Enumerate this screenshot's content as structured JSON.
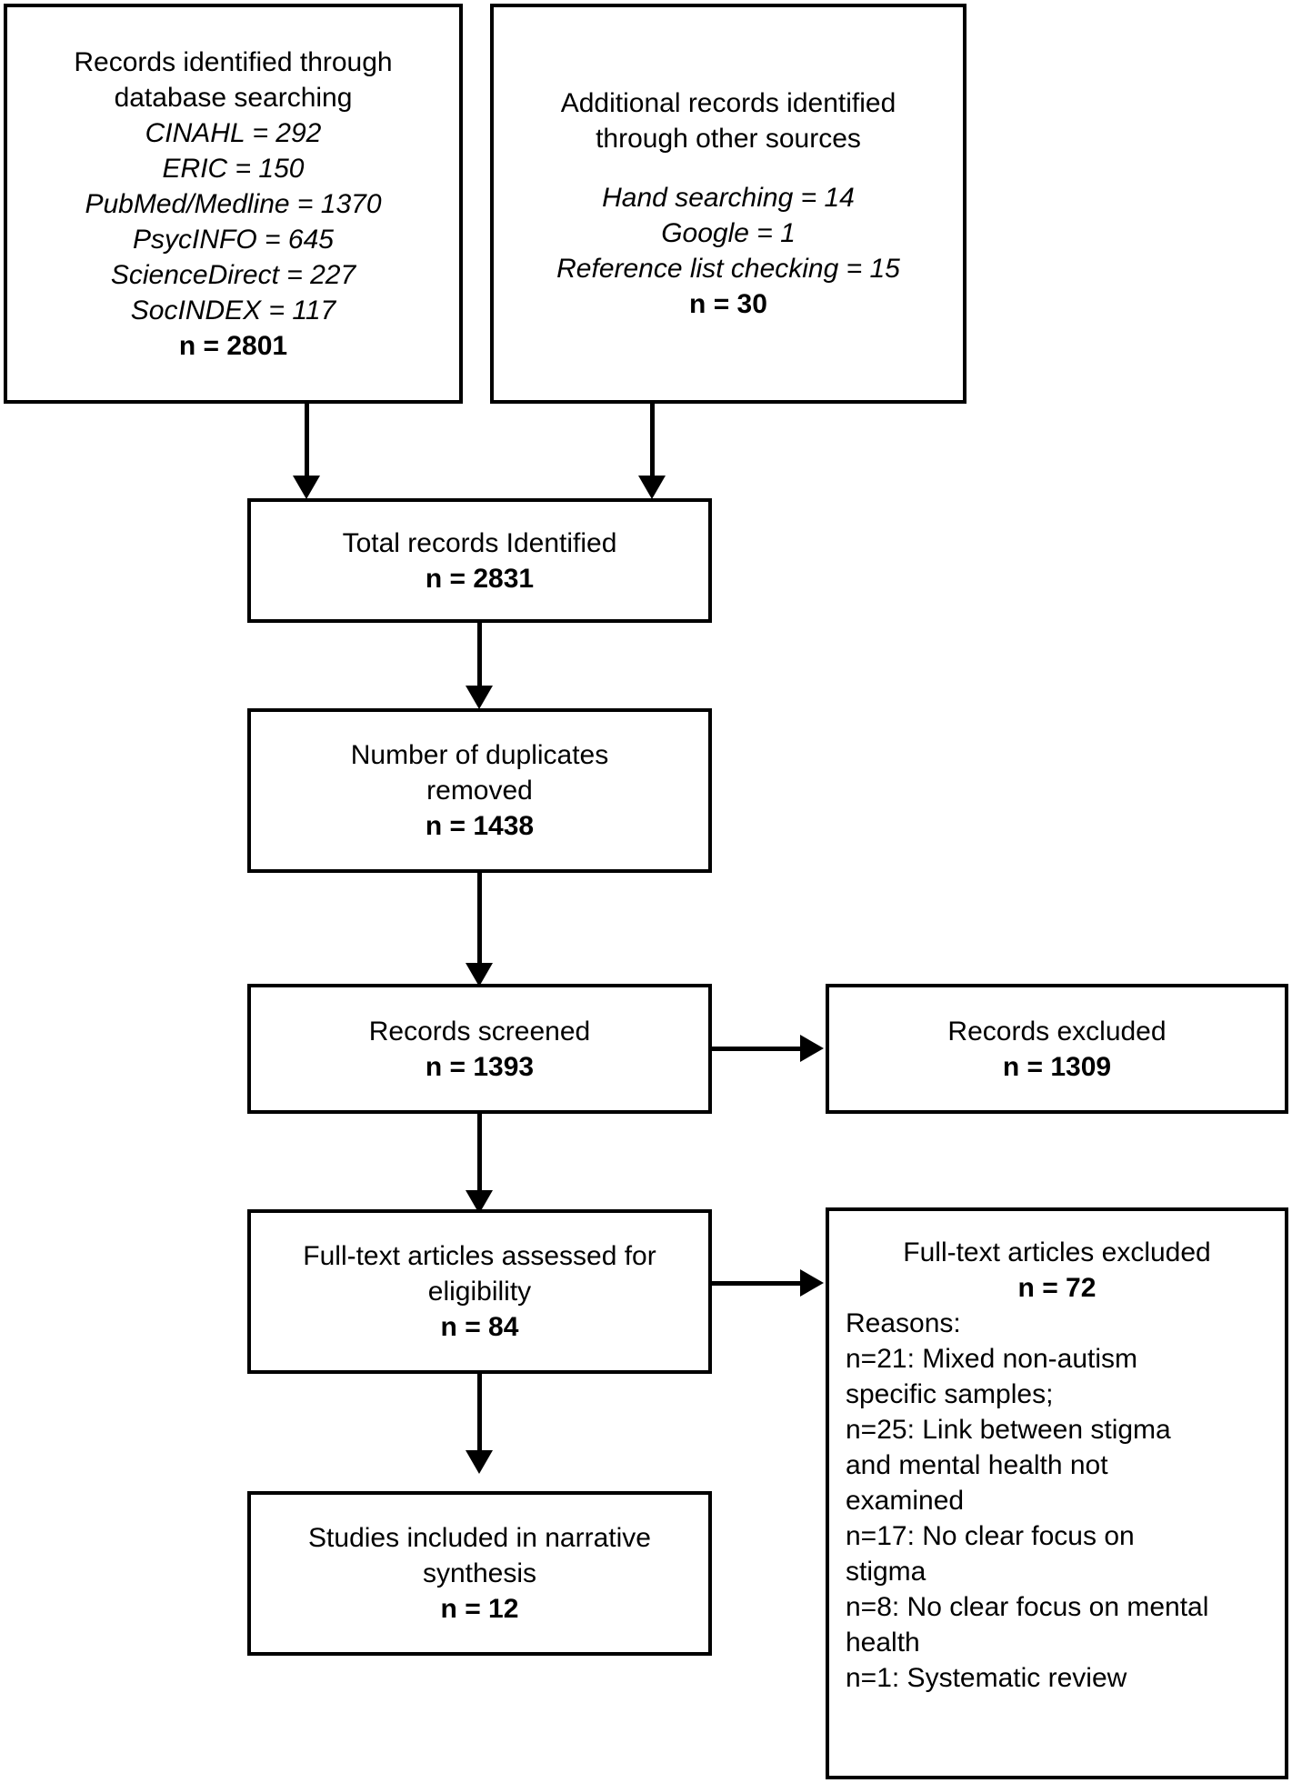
{
  "diagram": {
    "type": "prisma-flow-diagram",
    "boxes": {
      "database_search": {
        "title_line1": "Records identified through",
        "title_line2": "database searching",
        "sources": [
          "CINAHL = 292",
          "ERIC = 150",
          "PubMed/Medline = 1370",
          "PsycINFO = 645",
          "ScienceDirect = 227",
          "SocINDEX = 117"
        ],
        "total": "n = 2801"
      },
      "other_sources": {
        "title_line1": "Additional records identified",
        "title_line2": "through other sources",
        "sources": [
          "Hand searching = 14",
          "Google = 1",
          "Reference list checking = 15"
        ],
        "total": "n = 30"
      },
      "total_identified": {
        "title": "Total records Identified",
        "total": "n = 2831"
      },
      "duplicates_removed": {
        "title_line1": "Number of duplicates",
        "title_line2": "removed",
        "total": "n = 1438"
      },
      "records_screened": {
        "title": "Records screened",
        "total": "n = 1393"
      },
      "records_excluded": {
        "title": "Records excluded",
        "total": "n = 1309"
      },
      "fulltext_assessed": {
        "title_line1": "Full-text articles assessed for",
        "title_line2": "eligibility",
        "total": "n = 84"
      },
      "fulltext_excluded": {
        "title": "Full-text articles excluded",
        "total": "n = 72",
        "reasons_header": "Reasons:",
        "reasons": [
          "n=21: Mixed non-autism",
          "specific samples;",
          "n=25: Link between stigma",
          "and mental health not",
          "examined",
          "n=17: No clear focus on",
          "stigma",
          "n=8: No clear focus on mental",
          "health",
          "n=1: Systematic review"
        ]
      },
      "studies_included": {
        "title_line1": "Studies included in narrative",
        "title_line2": "synthesis",
        "total": "n = 12"
      }
    }
  }
}
